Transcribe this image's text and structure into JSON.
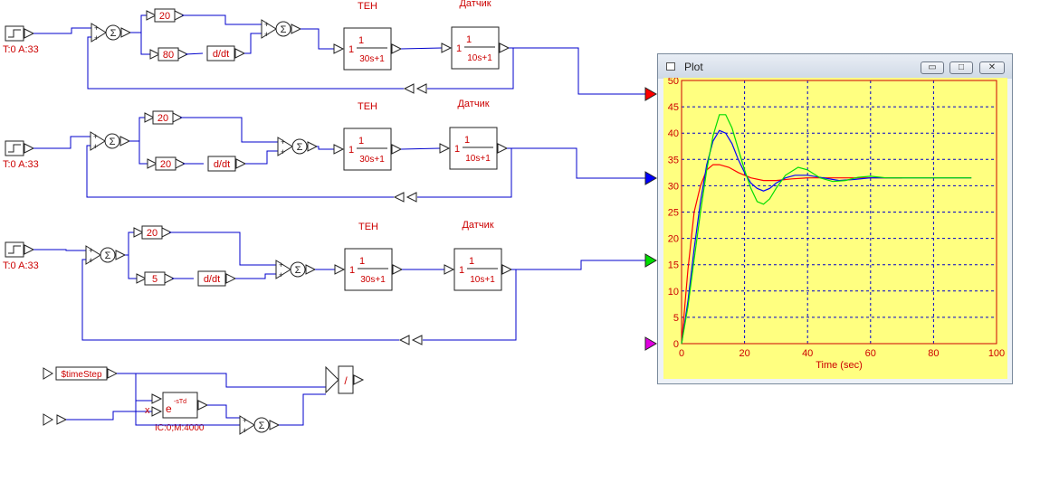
{
  "colors": {
    "wire": "#0000cc",
    "label": "#cc0000",
    "plot_bg": "#ffff80",
    "grid": "#0000cc",
    "axis": "#cc0000",
    "series_red": "#ff0000",
    "series_blue": "#0000ff",
    "series_green": "#00dd00",
    "port_magenta": "#e000e0"
  },
  "diagram": {
    "step_label": "T:0 A:33",
    "heater_label": "ТЕН",
    "sensor_label": "Датчик",
    "tf_numerator": "1",
    "tf_gain": "1",
    "heater_denominator": "30s+1",
    "sensor_denominator": "10s+1",
    "sum_symbol": "Σ",
    "derivative_label": "d/dt",
    "loops": [
      {
        "p_gain": "20",
        "d_gain": "80"
      },
      {
        "p_gain": "20",
        "d_gain": "20"
      },
      {
        "p_gain": "20",
        "d_gain": "5"
      }
    ],
    "timestep_label": "$timeStep",
    "delay_label": "e",
    "delay_exp": "-sTd",
    "delay_ic": "IC:0;M:4000",
    "delay_x": "x",
    "divide_label": "/"
  },
  "plot_window": {
    "title": "Plot",
    "min_symbol": "▭",
    "max_symbol": "□",
    "close_symbol": "✕"
  },
  "chart_data": {
    "type": "line",
    "xlabel": "Time (sec)",
    "ylabel": "",
    "xlim": [
      0,
      100
    ],
    "ylim": [
      0,
      50
    ],
    "x_ticks": [
      0,
      20,
      40,
      60,
      80,
      100
    ],
    "y_ticks": [
      0,
      5,
      10,
      15,
      20,
      25,
      30,
      35,
      40,
      45,
      50
    ],
    "grid": true,
    "series": [
      {
        "color": "#ff0000",
        "x": [
          0,
          2,
          4,
          6,
          8,
          10,
          12,
          15,
          18,
          22,
          26,
          30,
          35,
          40,
          50,
          60,
          70
        ],
        "y": [
          0,
          14,
          25,
          30,
          33,
          34,
          34,
          33.5,
          32.5,
          31.5,
          31,
          31,
          31.3,
          31.5,
          31.5,
          31.5,
          31.5
        ]
      },
      {
        "color": "#0000ff",
        "x": [
          0,
          2,
          4,
          6,
          8,
          10,
          12,
          14,
          16,
          18,
          20,
          22,
          24,
          26,
          28,
          30,
          33,
          36,
          40,
          45,
          50,
          55,
          60,
          65,
          70,
          80,
          92
        ],
        "y": [
          0,
          8,
          18,
          27,
          34,
          38.5,
          40.5,
          40,
          38,
          35,
          32.5,
          30.5,
          29.5,
          29,
          29.5,
          30.5,
          31.5,
          32,
          32,
          31.5,
          31,
          31.2,
          31.5,
          31.5,
          31.5,
          31.5,
          31.5
        ]
      },
      {
        "color": "#00dd00",
        "x": [
          0,
          2,
          4,
          6,
          8,
          10,
          12,
          14,
          16,
          18,
          20,
          22,
          24,
          26,
          28,
          30,
          33,
          37,
          40,
          44,
          48,
          52,
          56,
          60,
          65,
          70,
          80,
          92
        ],
        "y": [
          0,
          7,
          16,
          25,
          33,
          39.5,
          43.5,
          43.5,
          41,
          37,
          33,
          29.5,
          27,
          26.5,
          27.5,
          29.5,
          32,
          33.5,
          33,
          31.5,
          30.8,
          31,
          31.6,
          31.8,
          31.5,
          31.5,
          31.5,
          31.5
        ]
      }
    ]
  }
}
